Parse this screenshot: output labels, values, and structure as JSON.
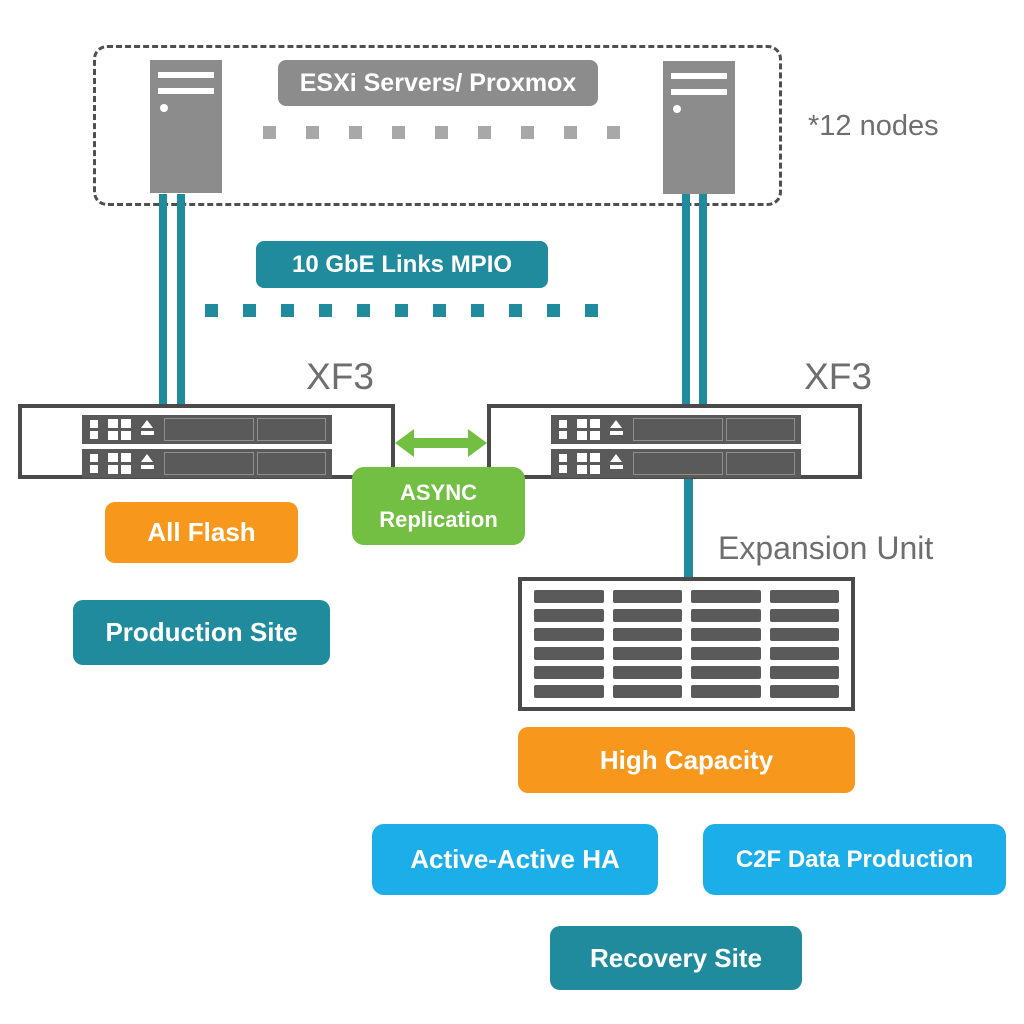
{
  "colors": {
    "teal": "#1F8B9D",
    "orange": "#F7981D",
    "green": "#72BF44",
    "blue": "#1CAEE9",
    "gray": "#8C8C8C",
    "dark": "#4A4A4A",
    "row_dark": "#5A5A5A",
    "dot_gray": "#A8A8A8",
    "label_text": "#6E6E6E"
  },
  "cluster": {
    "badge_label": "ESXi Servers/ Proxmox",
    "note": "*12 nodes",
    "dot_count": 9
  },
  "network": {
    "badge_label": "10 GbE Links MPIO",
    "dot_count": 11
  },
  "storage": {
    "left_label": "XF3",
    "right_label": "XF3"
  },
  "replication": {
    "line1": "ASYNC",
    "line2": "Replication"
  },
  "expansion": {
    "label": "Expansion Unit",
    "disk_rows": 6,
    "disk_cols": 4,
    "disk_count": 24
  },
  "badges": {
    "all_flash": "All Flash",
    "production_site": "Production Site",
    "high_capacity": "High Capacity",
    "active_active_ha": "Active-Active HA",
    "c2f_data_production": "C2F Data Production",
    "recovery_site": "Recovery Site"
  }
}
